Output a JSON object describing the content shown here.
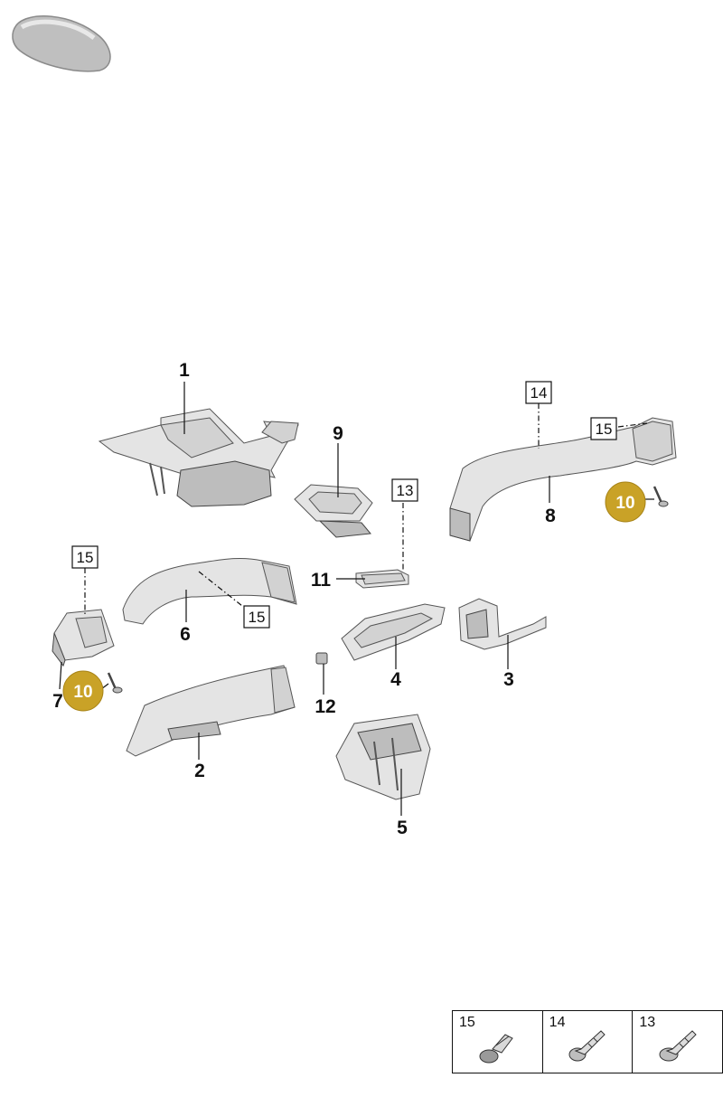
{
  "callouts": {
    "c1": "1",
    "c2": "2",
    "c3": "3",
    "c4": "4",
    "c5": "5",
    "c6": "6",
    "c7": "7",
    "c8": "8",
    "c9": "9",
    "c10a": "10",
    "c10b": "10",
    "c11": "11",
    "c12": "12"
  },
  "boxed_callouts": {
    "b13": "13",
    "b14": "14",
    "b15a": "15",
    "b15b": "15",
    "b15c": "15"
  },
  "legend": {
    "items": [
      {
        "number": "15",
        "icon": "clip-fastener-icon"
      },
      {
        "number": "14",
        "icon": "screw-icon"
      },
      {
        "number": "13",
        "icon": "screw-icon"
      }
    ]
  },
  "colors": {
    "badge": "#c9a227",
    "part_fill": "#e4e4e4",
    "outline": "#111111"
  }
}
